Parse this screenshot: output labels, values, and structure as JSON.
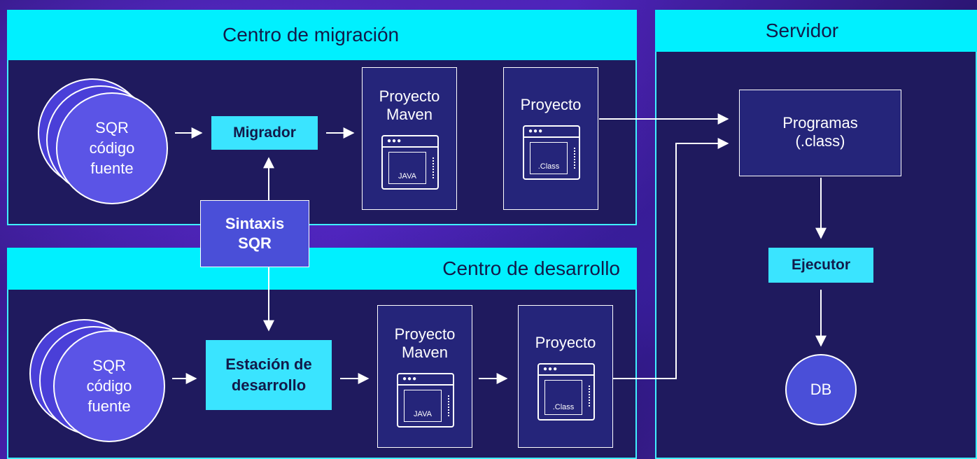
{
  "panels": {
    "migracion": {
      "title": "Centro de migración"
    },
    "desarrollo": {
      "title": "Centro de desarrollo"
    },
    "servidor": {
      "title": "Servidor"
    }
  },
  "migracion": {
    "source_line1": "SQR",
    "source_line2": "código",
    "source_line3": "fuente",
    "migrador": "Migrador",
    "maven_line1": "Proyecto",
    "maven_line2": "Maven",
    "maven_window": "JAVA",
    "proyecto": "Proyecto",
    "proyecto_window": ".Class"
  },
  "sintaxis": {
    "line1": "Sintaxis",
    "line2": "SQR"
  },
  "desarrollo": {
    "source_line1": "SQR",
    "source_line2": "código",
    "source_line3": "fuente",
    "estacion_line1": "Estación de",
    "estacion_line2": "desarrollo",
    "maven_line1": "Proyecto",
    "maven_line2": "Maven",
    "maven_window": "JAVA",
    "proyecto": "Proyecto",
    "proyecto_window": ".Class"
  },
  "servidor": {
    "programas_line1": "Programas",
    "programas_line2": "(.class)",
    "ejecutor": "Ejecutor",
    "db": "DB"
  },
  "colors": {
    "header": "#00f0ff",
    "panel": "#1f1a5e",
    "accent_box": "#3ae4ff",
    "circle": "#5b54e6"
  },
  "icons": [
    "window-icon",
    "arrow-icon",
    "circle-stack-icon"
  ]
}
